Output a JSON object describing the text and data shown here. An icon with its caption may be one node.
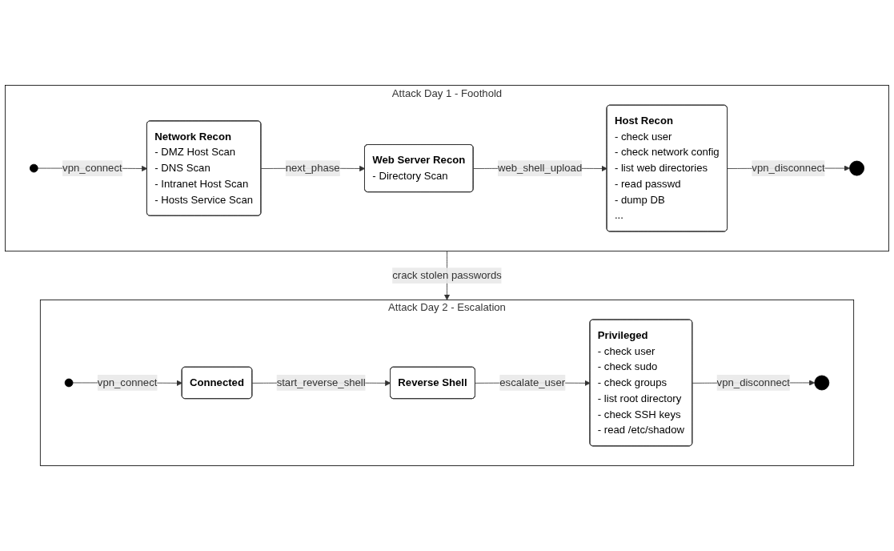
{
  "diagram": {
    "nodes": [
      {
        "text": [
          "Attack Day 1 - Foothold"
        ]
      },
      {
        "text": [],
        "shape": "circle",
        "in": 0
      },
      {
        "text": [
          "Network Recon",
          "- DMZ Host Scan",
          "- DNS Scan",
          "- Intranet Host Scan",
          "- Hosts Service Scan"
        ],
        "in": 0
      },
      {
        "text": [
          "Web Server Recon",
          "- Directory Scan"
        ],
        "in": 0
      },
      {
        "text": [
          "Host Recon",
          "- check user",
          "- check network config",
          "- list web directories",
          "- read passwd",
          "- dump DB",
          "..."
        ],
        "in": 0
      },
      {
        "text": [],
        "shape": "bullseye",
        "in": 0
      },
      {
        "text": [
          "Attack Day 2 - Escalation"
        ]
      },
      {
        "text": [],
        "shape": "circle",
        "in": 6
      },
      {
        "text": [
          "Connected"
        ],
        "in": 6
      },
      {
        "text": [
          "Reverse Shell"
        ],
        "in": 6
      },
      {
        "text": [
          "Privileged",
          "- check user",
          "- check sudo",
          "- check groups",
          "- list root directory",
          "- check SSH keys",
          "- read /etc/shadow"
        ],
        "in": 6
      },
      {
        "text": [],
        "shape": "bullseye",
        "in": 6
      }
    ],
    "edges": [
      {
        "from": 1,
        "to": 2,
        "arrow": "to",
        "label": "vpn_connect"
      },
      {
        "from": 2,
        "to": 3,
        "arrow": "to",
        "label": "next_phase"
      },
      {
        "from": 3,
        "to": 4,
        "arrow": "to",
        "label": "web_shell_upload"
      },
      {
        "from": 4,
        "to": 5,
        "arrow": "to",
        "label": "vpn_disconnect"
      },
      {
        "from": 0,
        "to": 6,
        "arrow": "to",
        "label": "crack stolen passwords"
      },
      {
        "from": 7,
        "to": 8,
        "arrow": "to",
        "label": "vpn_connect"
      },
      {
        "from": 8,
        "to": 9,
        "arrow": "to",
        "label": "start_reverse_shell"
      },
      {
        "from": 9,
        "to": 10,
        "arrow": "to",
        "label": "escalate_user"
      },
      {
        "from": 10,
        "to": 11,
        "arrow": "to",
        "label": "vpn_disconnect"
      }
    ]
  }
}
